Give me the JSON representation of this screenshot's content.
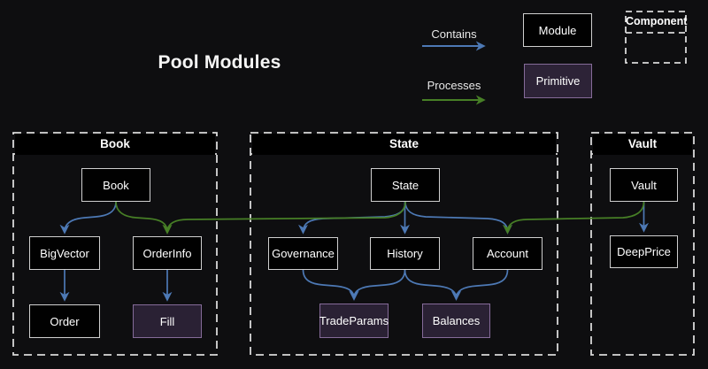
{
  "title": "Pool Modules",
  "legend": {
    "contains_label": "Contains",
    "processes_label": "Processes",
    "module_label": "Module",
    "primitive_label": "Primitive",
    "component_label": "Component"
  },
  "colors": {
    "contains_arrow": "#4d79b5",
    "processes_arrow": "#477f26",
    "module_fill": "#010101",
    "module_border": "#cfcfcf",
    "primitive_fill": "#2a2134",
    "primitive_border": "#856b99",
    "container_border": "#d9d9d9",
    "background": "#0e0e10"
  },
  "containers": [
    {
      "id": "book",
      "label": "Book",
      "nodes": [
        "Book",
        "BigVector",
        "OrderInfo",
        "Order",
        "Fill"
      ]
    },
    {
      "id": "state",
      "label": "State",
      "nodes": [
        "State",
        "Governance",
        "History",
        "Account",
        "TradeParams",
        "Balances"
      ]
    },
    {
      "id": "vault",
      "label": "Vault",
      "nodes": [
        "Vault",
        "DeepPrice"
      ]
    }
  ],
  "nodes": [
    {
      "id": "Book",
      "label": "Book",
      "kind": "module"
    },
    {
      "id": "BigVector",
      "label": "BigVector",
      "kind": "module"
    },
    {
      "id": "OrderInfo",
      "label": "OrderInfo",
      "kind": "module"
    },
    {
      "id": "Order",
      "label": "Order",
      "kind": "module"
    },
    {
      "id": "Fill",
      "label": "Fill",
      "kind": "primitive"
    },
    {
      "id": "State",
      "label": "State",
      "kind": "module"
    },
    {
      "id": "Governance",
      "label": "Governance",
      "kind": "module"
    },
    {
      "id": "History",
      "label": "History",
      "kind": "module"
    },
    {
      "id": "Account",
      "label": "Account",
      "kind": "module"
    },
    {
      "id": "TradeParams",
      "label": "TradeParams",
      "kind": "primitive"
    },
    {
      "id": "Balances",
      "label": "Balances",
      "kind": "primitive"
    },
    {
      "id": "Vault",
      "label": "Vault",
      "kind": "module"
    },
    {
      "id": "DeepPrice",
      "label": "DeepPrice",
      "kind": "module"
    }
  ],
  "edges": [
    {
      "from": "Book",
      "to": "BigVector",
      "type": "contains"
    },
    {
      "from": "BigVector",
      "to": "Order",
      "type": "contains"
    },
    {
      "from": "OrderInfo",
      "to": "Fill",
      "type": "contains"
    },
    {
      "from": "State",
      "to": "Governance",
      "type": "contains"
    },
    {
      "from": "State",
      "to": "History",
      "type": "contains"
    },
    {
      "from": "State",
      "to": "Account",
      "type": "contains"
    },
    {
      "from": "Governance",
      "to": "TradeParams",
      "type": "contains"
    },
    {
      "from": "History",
      "to": "TradeParams",
      "type": "contains"
    },
    {
      "from": "History",
      "to": "Balances",
      "type": "contains"
    },
    {
      "from": "Account",
      "to": "Balances",
      "type": "contains"
    },
    {
      "from": "Vault",
      "to": "DeepPrice",
      "type": "contains"
    },
    {
      "from": "Book",
      "to": "OrderInfo",
      "type": "processes"
    },
    {
      "from": "State",
      "to": "OrderInfo",
      "type": "processes"
    },
    {
      "from": "Vault",
      "to": "Account",
      "type": "processes"
    }
  ]
}
